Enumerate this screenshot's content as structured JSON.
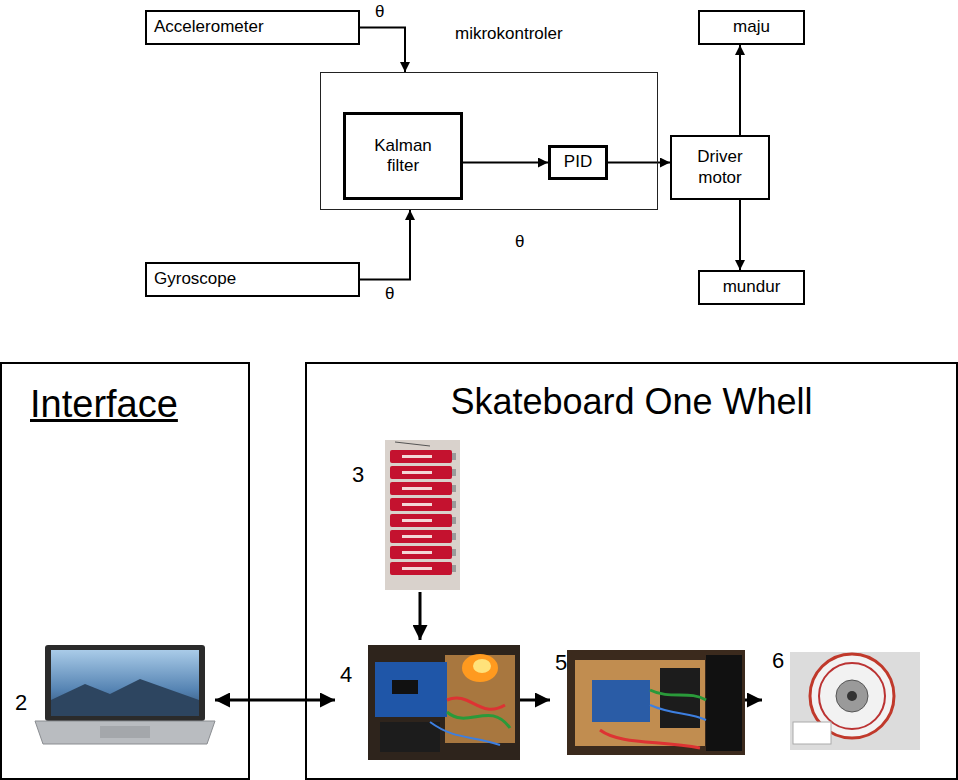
{
  "diagram": {
    "nodes": [
      {
        "text": [
          "Accelerometer"
        ]
      },
      {
        "text": [
          "mikrokontroler"
        ]
      },
      {
        "text": [
          "Kalman filter"
        ],
        "in": 1
      },
      {
        "text": [
          "PID"
        ],
        "in": 1
      },
      {
        "text": [
          "maju"
        ]
      },
      {
        "text": [
          "Driver motor"
        ]
      },
      {
        "text": [
          "Gyroscope"
        ]
      },
      {
        "text": [
          "mundur"
        ]
      },
      {
        "text": [
          "Interface"
        ]
      },
      {
        "text": [
          "2"
        ],
        "in": 8
      },
      {
        "text": [
          "Skateboard One Whell"
        ]
      },
      {
        "text": [
          "3"
        ],
        "in": 10
      },
      {
        "text": [
          "4"
        ],
        "in": 10
      },
      {
        "text": [
          "5"
        ],
        "in": 10
      },
      {
        "text": [
          "6"
        ],
        "in": 10
      }
    ],
    "edges": [
      {
        "from": 0,
        "to": 1,
        "arrow": "to"
      },
      {
        "from": 6,
        "to": 1,
        "arrow": "to"
      },
      {
        "from": 2,
        "to": 3,
        "arrow": "to"
      },
      {
        "from": 3,
        "to": 5,
        "arrow": "to"
      },
      {
        "from": 5,
        "to": 4,
        "arrow": "to"
      },
      {
        "from": 5,
        "to": 7,
        "arrow": "to"
      },
      {
        "from": 9,
        "to": 12,
        "arrow": "both"
      },
      {
        "from": 11,
        "to": 12,
        "arrow": "to"
      },
      {
        "from": 12,
        "to": 13,
        "arrow": "to"
      },
      {
        "from": 13,
        "to": 14,
        "arrow": "to"
      }
    ],
    "labels": [
      "θ",
      "θ",
      "θ"
    ]
  }
}
